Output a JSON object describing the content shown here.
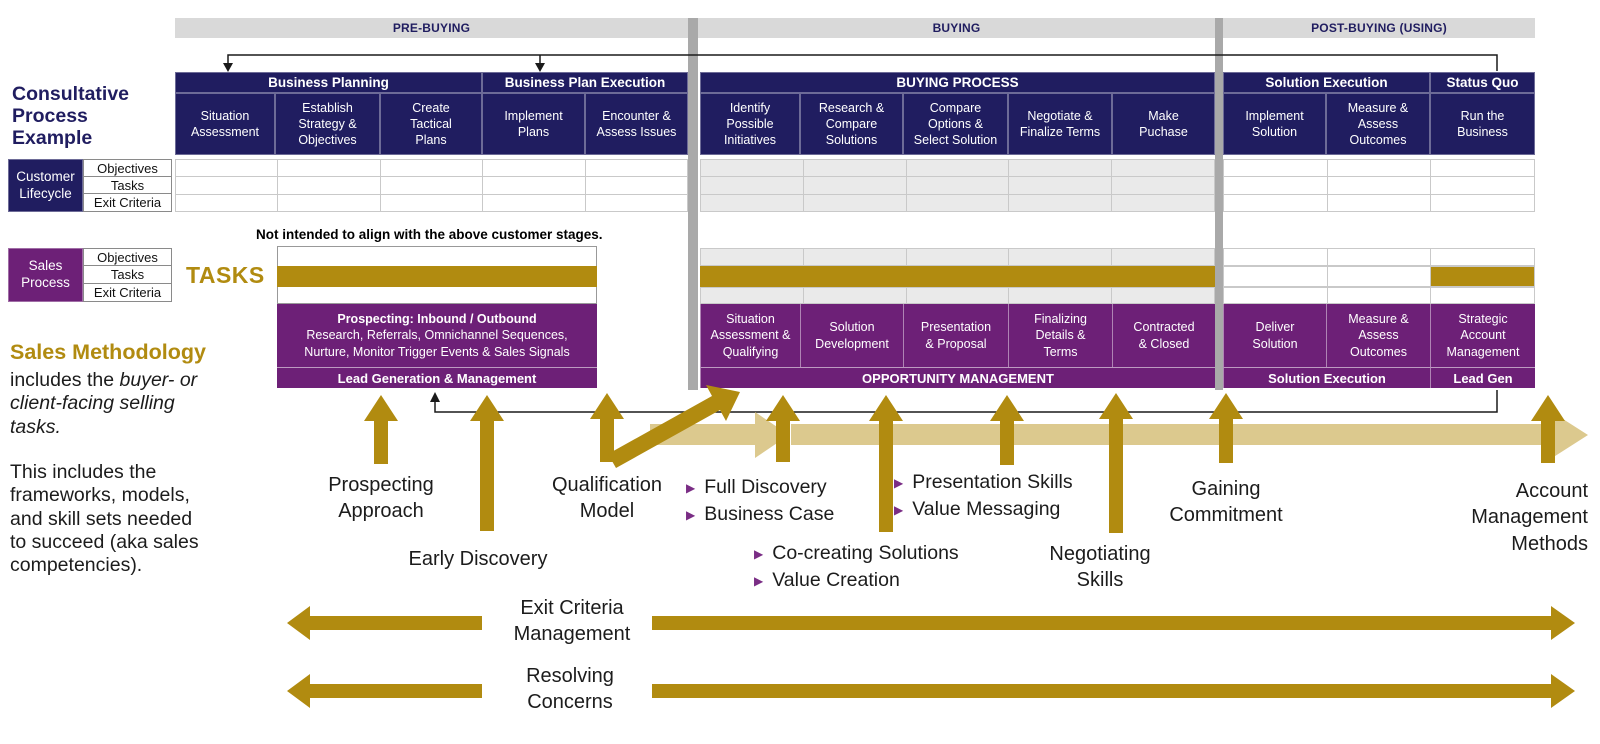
{
  "colors": {
    "navy": "#201d60",
    "purple": "#6d2077",
    "gold": "#b18b10",
    "tan": "#dcc98e",
    "gray-bar": "#d9d9d9",
    "divider": "#a9a9a9",
    "row-gray": "#eaeaea"
  },
  "table": {
    "phases": [
      "PRE-BUYING",
      "BUYING",
      "POST-BUYING (USING)"
    ],
    "groups": [
      "Business Planning",
      "Business Plan Execution",
      "BUYING PROCESS",
      "Solution Execution",
      "Status Quo"
    ],
    "columns": [
      "Situation\nAssessment",
      "Establish\nStrategy &\nObjectives",
      "Create\nTactical\nPlans",
      "Implement\nPlans",
      "Encounter &\nAssess Issues",
      "Identify\nPossible\nInitiatives",
      "Research &\nCompare\nSolutions",
      "Compare\nOptions &\nSelect Solution",
      "Negotiate &\nFinalize Terms",
      "Make\nPuchase",
      "Implement\nSolution",
      "Measure &\nAssess\nOutcomes",
      "Run the\nBusiness"
    ]
  },
  "sidebar": {
    "title": "Consultative\nProcess\nExample",
    "customer_lifecycle": "Customer\nLifecycle",
    "sales_process": "Sales\nProcess",
    "row_labels": [
      "Objectives",
      "Tasks",
      "Exit Criteria"
    ],
    "methodology_title": "Sales Methodology",
    "methodology_lead_regular": "includes the ",
    "methodology_lead_italic": "buyer- or\nclient-facing selling\ntasks.",
    "methodology_body": "This includes the\nframeworks, models,\nand skill sets needed\nto succeed (aka sales\ncompetencies)."
  },
  "annotations": {
    "note": "Not intended to align with the above customer stages.",
    "tasks": "TASKS",
    "prospecting_approach": "Prospecting\nApproach",
    "early_discovery": "Early Discovery",
    "qualification_model": "Qualification\nModel",
    "full_discovery": "Full Discovery",
    "business_case": "Business Case",
    "presentation_skills": "Presentation Skills",
    "value_messaging": "Value Messaging",
    "co_creating": "Co-creating Solutions",
    "value_creation": "Value Creation",
    "negotiating_skills": "Negotiating\nSkills",
    "gaining_commitment": "Gaining\nCommitment",
    "account_management": "Account\nManagement\nMethods",
    "exit_criteria": "Exit Criteria\nManagement",
    "resolving_concerns": "Resolving\nConcerns"
  },
  "sales_stages": {
    "prospecting_title": "Prospecting: Inbound / Outbound",
    "prospecting_detail": "Research, Referrals, Omnichannel Sequences,\nNurture, Monitor Trigger Events & Sales Signals",
    "lead_gen_band": "Lead Generation & Management",
    "buying": [
      "Situation\nAssessment &\nQualifying",
      "Solution\nDevelopment",
      "Presentation\n& Proposal",
      "Finalizing\nDetails &\nTerms",
      "Contracted\n& Closed"
    ],
    "opportunity_band": "OPPORTUNITY MANAGEMENT",
    "post": [
      "Deliver\nSolution",
      "Measure &\nAssess\nOutcomes",
      "Strategic\nAccount\nManagement"
    ],
    "solution_execution_band": "Solution Execution",
    "lead_gen_short_band": "Lead Gen"
  }
}
